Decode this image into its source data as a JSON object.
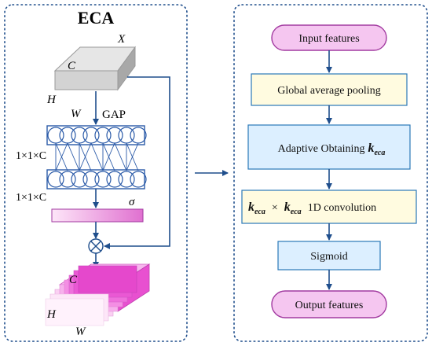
{
  "left_panel": {
    "title": "ECA",
    "input_labels": {
      "x": "X",
      "c": "C",
      "h": "H",
      "w": "W"
    },
    "gap_label": "GAP",
    "dim_label_1": "1×1×C",
    "dim_label_2": "1×1×C",
    "sigma_label": "σ",
    "output_labels": {
      "c": "C",
      "h": "H",
      "w": "W"
    }
  },
  "right_panel": {
    "input": "Input features",
    "gap": "Global average pooling",
    "adaptive": {
      "text": "Adaptive Obtaining",
      "k": "k",
      "sub": "eca"
    },
    "conv": {
      "k": "k",
      "sub": "eca",
      "times": "×",
      "suffix": "1D convolution"
    },
    "sigmoid": "Sigmoid",
    "output": "Output features"
  },
  "colors": {
    "panel_border": "#1f4e8c",
    "arrow": "#1f4e8c",
    "terminal_fill": "#f5c6f0",
    "terminal_stroke": "#a23aa0",
    "blue_box_fill": "#dcefff",
    "blue_box_stroke": "#2a78b8",
    "yellow_box_fill": "#fffbe0",
    "yellow_box_stroke": "#2a78b8",
    "circle_stroke": "#2a5aa8",
    "tensor_top": "#e6e6e6",
    "tensor_front": "#d3d3d3",
    "tensor_side": "#a8a8a8",
    "output_dark": "#e040c8",
    "output_light": "#fde6f8"
  }
}
